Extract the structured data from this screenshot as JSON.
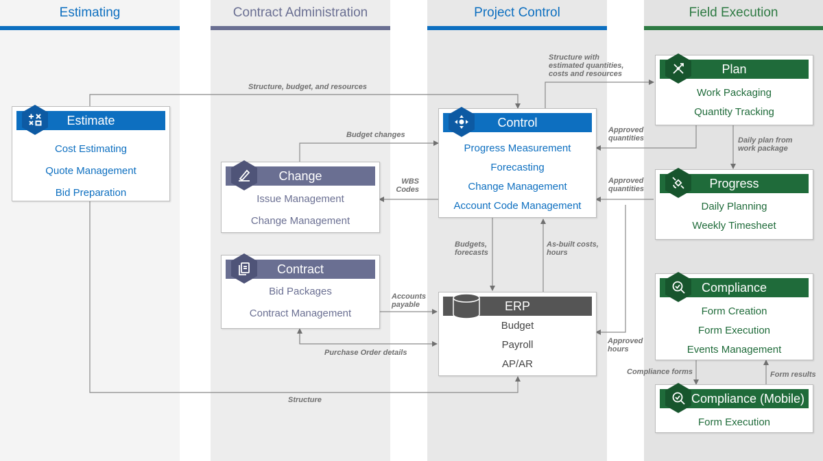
{
  "lanes": [
    {
      "title": "Estimating",
      "color": "#0d6fc0"
    },
    {
      "title": "Contract Administration",
      "color": "#6a6f92"
    },
    {
      "title": "Project Control",
      "color": "#0d6fc0"
    },
    {
      "title": "Field Execution",
      "color": "#2e7a43"
    }
  ],
  "colors": {
    "blue": "#0d6fc0",
    "slate": "#6a6f92",
    "green": "#1f6b3a",
    "dark": "#555555"
  },
  "boxes": {
    "estimate": {
      "title": "Estimate",
      "icon": "calculator-icon",
      "items": [
        "Cost Estimating",
        "Quote Management",
        "Bid Preparation"
      ]
    },
    "change": {
      "title": "Change",
      "icon": "edit-icon",
      "items": [
        "Issue Management",
        "Change Management"
      ]
    },
    "contract": {
      "title": "Contract",
      "icon": "documents-icon",
      "items": [
        "Bid Packages",
        "Contract Management"
      ]
    },
    "control": {
      "title": "Control",
      "icon": "navigation-icon",
      "items": [
        "Progress Measurement",
        "Forecasting",
        "Change Management",
        "Account Code Management"
      ]
    },
    "erp": {
      "title": "ERP",
      "icon": "database-icon",
      "items": [
        "Budget",
        "Payroll",
        "AP/AR"
      ]
    },
    "plan": {
      "title": "Plan",
      "icon": "tools-icon",
      "items": [
        "Work Packaging",
        "Quantity Tracking"
      ]
    },
    "progress": {
      "title": "Progress",
      "icon": "satellite-icon",
      "items": [
        "Daily Planning",
        "Weekly Timesheet"
      ]
    },
    "compliance": {
      "title": "Compliance",
      "icon": "search-check-icon",
      "items": [
        "Form Creation",
        "Form Execution",
        "Events Management"
      ]
    },
    "compliance_mobile": {
      "title": "Compliance (Mobile)",
      "icon": "search-check-icon",
      "items": [
        "Form Execution"
      ]
    }
  },
  "labels": {
    "structure_budget_resources": "Structure, budget, and resources",
    "structure_estimated_l1": "Structure with",
    "structure_estimated_l2": "estimated quantities,",
    "structure_estimated_l3": "costs and resources",
    "budget_changes": "Budget changes",
    "wbs_l1": "WBS",
    "wbs_l2": "Codes",
    "approved_quantities_1_l1": "Approved",
    "approved_quantities_1_l2": "quantities",
    "approved_quantities_2_l1": "Approved",
    "approved_quantities_2_l2": "quantities",
    "daily_plan_l1": "Daily plan from",
    "daily_plan_l2": "work package",
    "budgets_forecasts_l1": "Budgets,",
    "budgets_forecasts_l2": "forecasts",
    "asbuilt_l1": "As-built costs,",
    "asbuilt_l2": "hours",
    "accounts_payable_l1": "Accounts",
    "accounts_payable_l2": "payable",
    "purchase_order": "Purchase Order details",
    "approved_hours_l1": "Approved",
    "approved_hours_l2": "hours",
    "compliance_forms": "Compliance forms",
    "form_results": "Form results",
    "structure": "Structure"
  }
}
